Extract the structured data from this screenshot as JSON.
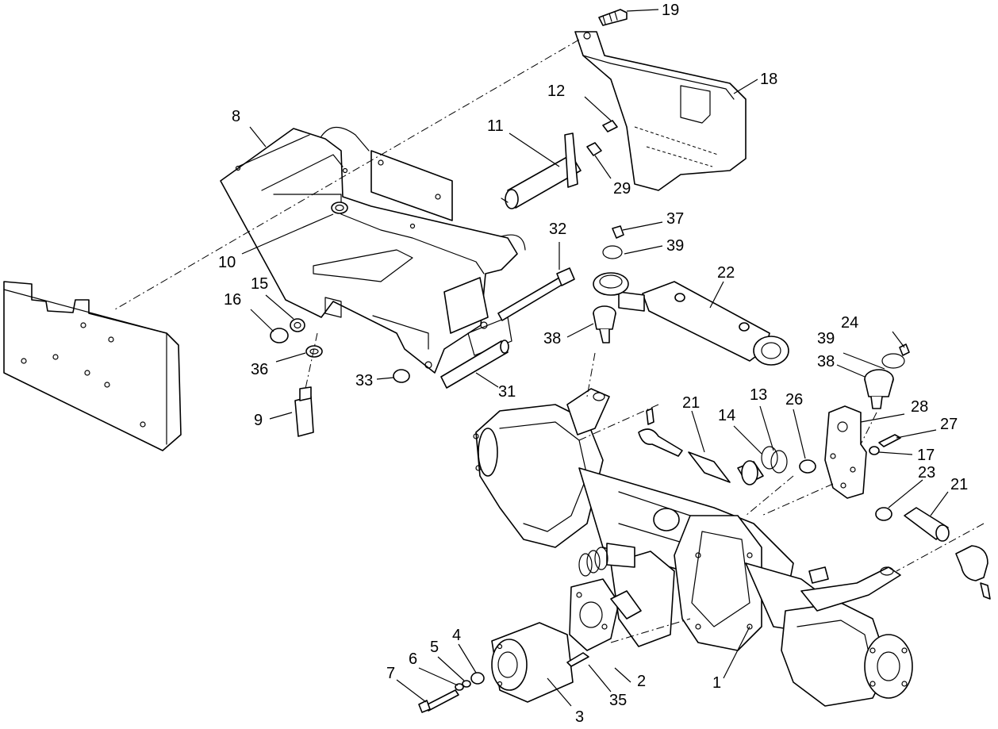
{
  "callouts": {
    "c1": "1",
    "c2": "2",
    "c3": "3",
    "c4": "4",
    "c5": "5",
    "c6": "6",
    "c7": "7",
    "c8": "8",
    "c9": "9",
    "c10": "10",
    "c11": "11",
    "c12": "12",
    "c13": "13",
    "c14": "14",
    "c15": "15",
    "c16": "16",
    "c17": "17",
    "c18": "18",
    "c19": "19",
    "c21a": "21",
    "c21b": "21",
    "c22": "22",
    "c23": "23",
    "c24": "24",
    "c26": "26",
    "c27": "27",
    "c28": "28",
    "c29": "29",
    "c31": "31",
    "c32": "32",
    "c33": "33",
    "c35": "35",
    "c36": "36",
    "c37": "37",
    "c38a": "38",
    "c38b": "38",
    "c39a": "39",
    "c39b": "39"
  }
}
